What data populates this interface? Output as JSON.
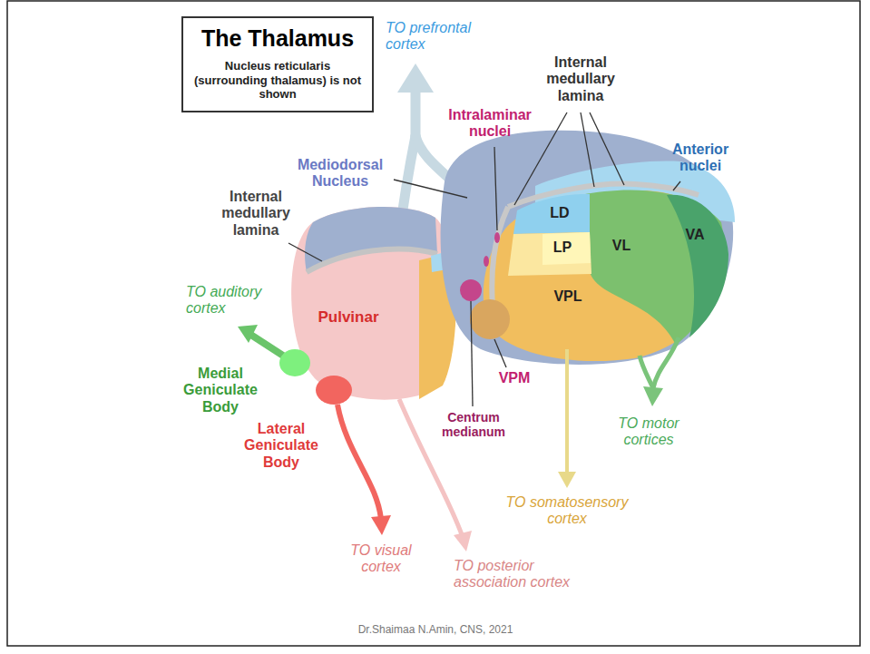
{
  "diagram": {
    "nodes": [
      {
        "text": [
          "The Thalamus",
          "Nucleus reticularis (surrounding thalamus) is not shown"
        ]
      }
    ],
    "labels": [
      "TO prefrontal cortex",
      "Internal medullary lamina",
      "Intralaminar nuclei",
      "Mediodorsal Nucleus",
      "Anterior nuclei",
      "Internal medullary lamina",
      "LD",
      "LP",
      "VL",
      "VA",
      "TO auditory cortex",
      "Pulvinar",
      "VPL",
      "Medial Geniculate Body",
      "VPM",
      "Lateral Geniculate Body",
      "Centrum medianum",
      "TO motor cortices",
      "TO somatosensory cortex",
      "TO visual cortex",
      "TO posterior association cortex",
      "Dr.Shaimaa N.Amin, CNS, 2021"
    ]
  }
}
